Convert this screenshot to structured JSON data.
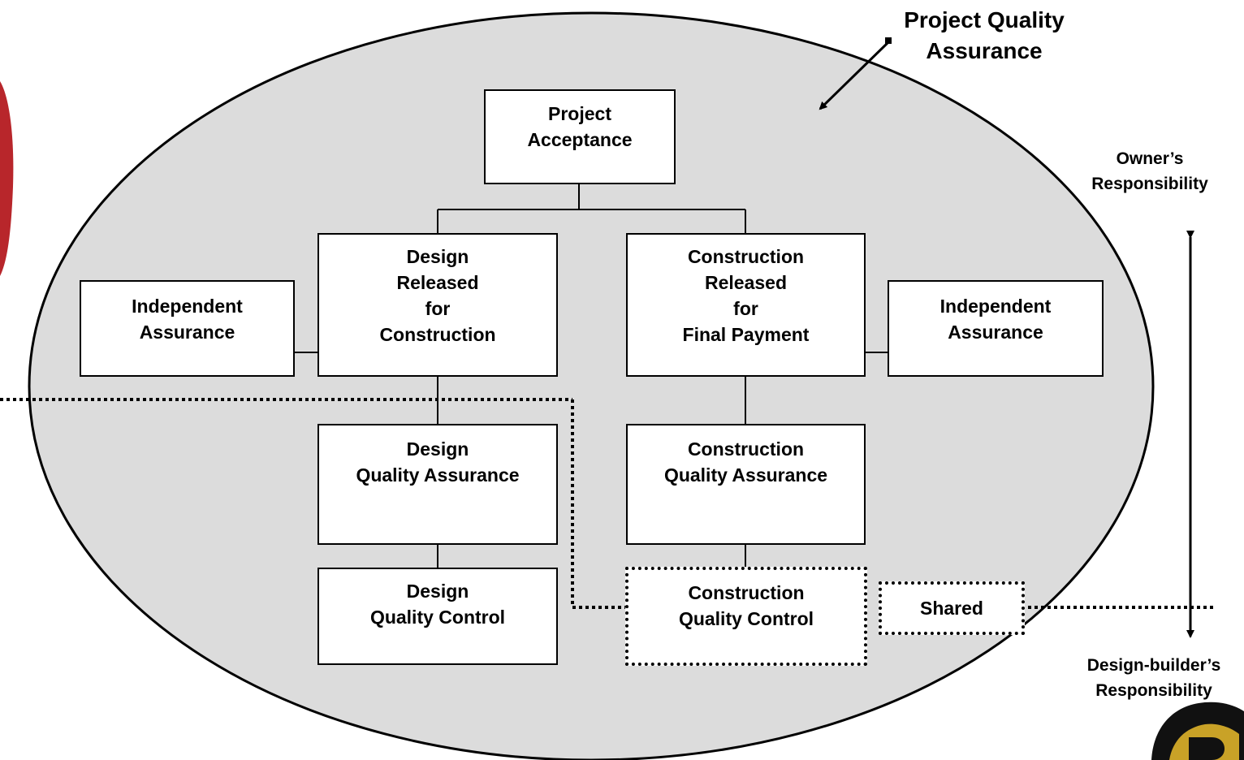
{
  "title": {
    "lines": [
      "Project Quality",
      "Assurance"
    ]
  },
  "nodes": {
    "project_acceptance": {
      "lines": [
        "Project",
        "Acceptance"
      ]
    },
    "design_released": {
      "lines": [
        "Design",
        "Released",
        "for",
        "Construction"
      ]
    },
    "construction_released": {
      "lines": [
        "Construction",
        "Released",
        "for",
        "Final Payment"
      ]
    },
    "independent_assurance_left": {
      "lines": [
        "Independent",
        "Assurance"
      ]
    },
    "independent_assurance_right": {
      "lines": [
        "Independent",
        "Assurance"
      ]
    },
    "design_qa": {
      "lines": [
        "Design",
        "Quality Assurance"
      ]
    },
    "construction_qa": {
      "lines": [
        "Construction",
        "Quality Assurance"
      ]
    },
    "design_qc": {
      "lines": [
        "Design",
        "Quality Control"
      ]
    },
    "construction_qc": {
      "lines": [
        "Construction",
        "Quality Control"
      ]
    },
    "shared": {
      "lines": [
        "Shared"
      ]
    }
  },
  "scale": {
    "top": {
      "lines": [
        "Owner’s",
        "Responsibility"
      ]
    },
    "bottom": {
      "lines": [
        "Design-builder’s",
        "Responsibility"
      ]
    }
  },
  "colors": {
    "ellipse_fill": "#dcdcdc",
    "line": "#000000",
    "box_fill": "#ffffff",
    "left_decoration": "#b8262b",
    "logo_gold": "#c9a227"
  }
}
